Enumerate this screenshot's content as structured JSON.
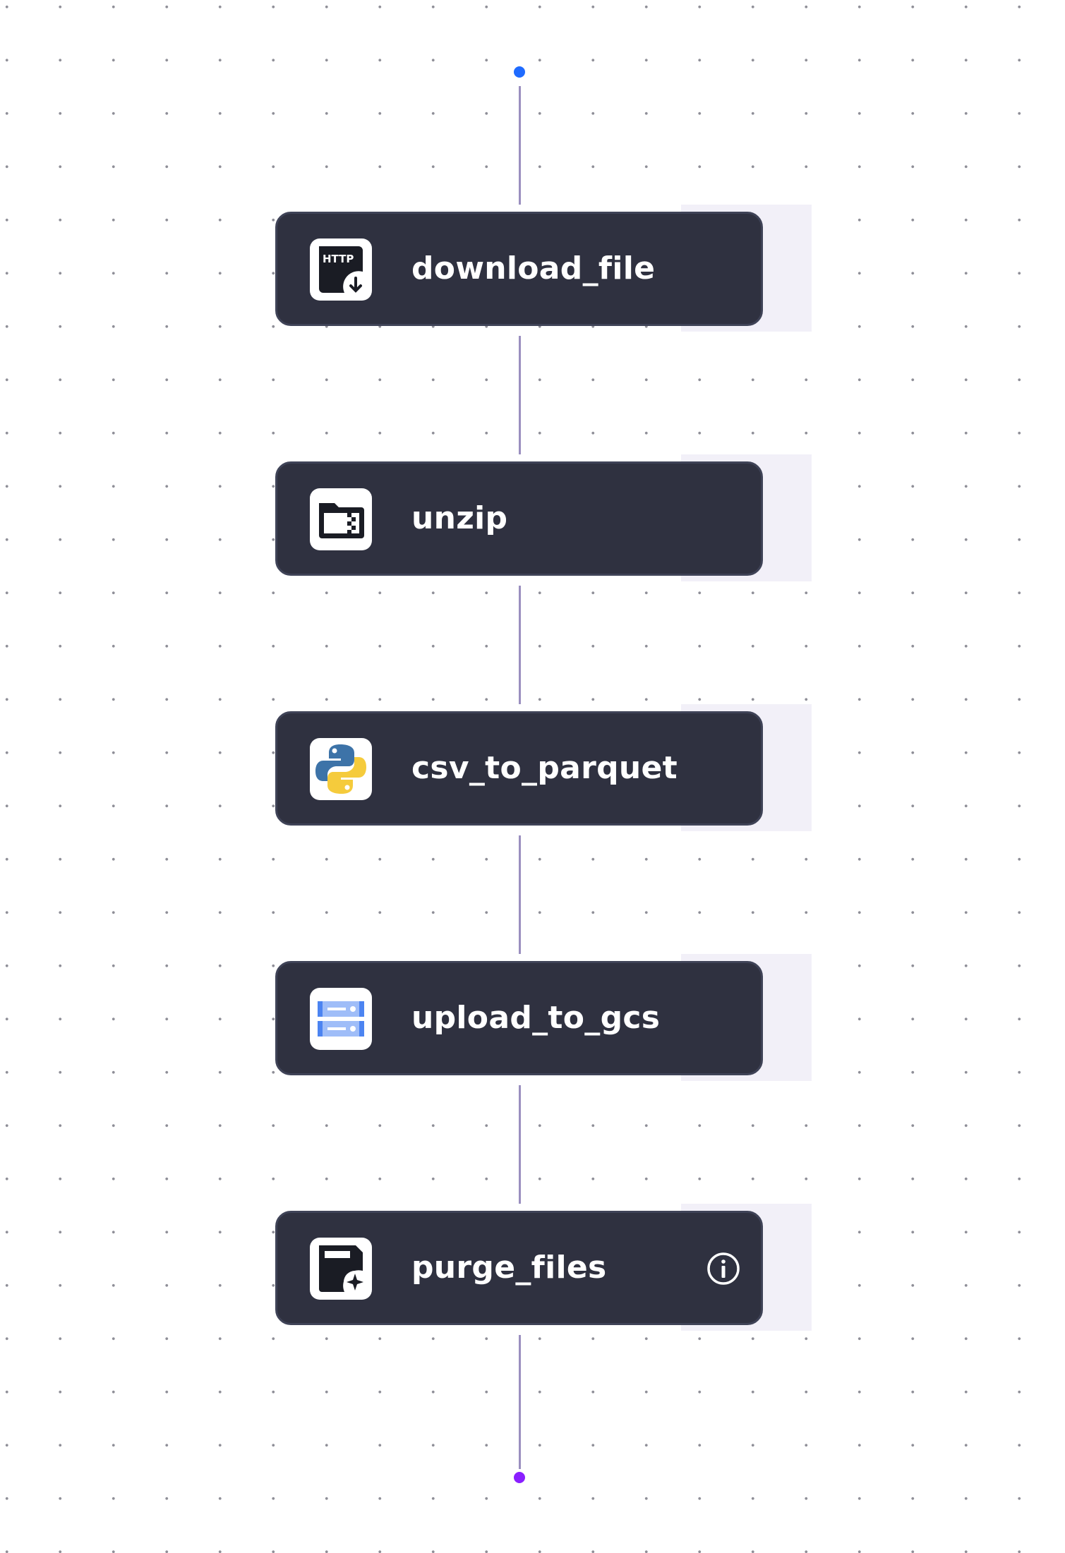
{
  "flow": {
    "start_color": "#1f6bff",
    "end_color": "#8a1fff",
    "edge_color": "#9a8fbf",
    "tasks": [
      {
        "id": "download_file",
        "label": "download_file",
        "icon": "http-download-icon"
      },
      {
        "id": "unzip",
        "label": "unzip",
        "icon": "archive-folder-icon"
      },
      {
        "id": "csv_to_parquet",
        "label": "csv_to_parquet",
        "icon": "python-icon"
      },
      {
        "id": "upload_to_gcs",
        "label": "upload_to_gcs",
        "icon": "gcs-storage-icon"
      },
      {
        "id": "purge_files",
        "label": "purge_files",
        "icon": "purge-files-icon",
        "info_icon": "info-icon"
      }
    ]
  }
}
